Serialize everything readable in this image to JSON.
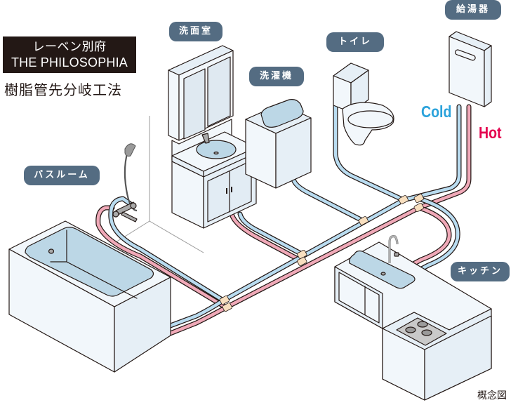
{
  "header": {
    "title_line1": "レーベン別府",
    "title_line2": "THE PHILOSOPHIA",
    "subtitle": "樹脂管先分岐工法"
  },
  "labels": {
    "washroom": "洗面室",
    "washing_machine": "洗濯機",
    "toilet": "トイレ",
    "water_heater": "給湯器",
    "bathroom": "バスルーム",
    "kitchen": "キッチン"
  },
  "pipes": {
    "cold_label": "Cold",
    "hot_label": "Hot",
    "cold_color": "#b9dcf0",
    "hot_color": "#f0a9b8",
    "cold_text_color": "#2aa2db",
    "hot_text_color": "#e4004f",
    "joint_color": "#f8dfbf"
  },
  "colors": {
    "tag_bg": "#546c82",
    "title_bg": "#231815",
    "fixture_fill": "#f2f7fb",
    "water_fill": "#bcd7e6",
    "outline": "#231815"
  },
  "caption": "概念図"
}
